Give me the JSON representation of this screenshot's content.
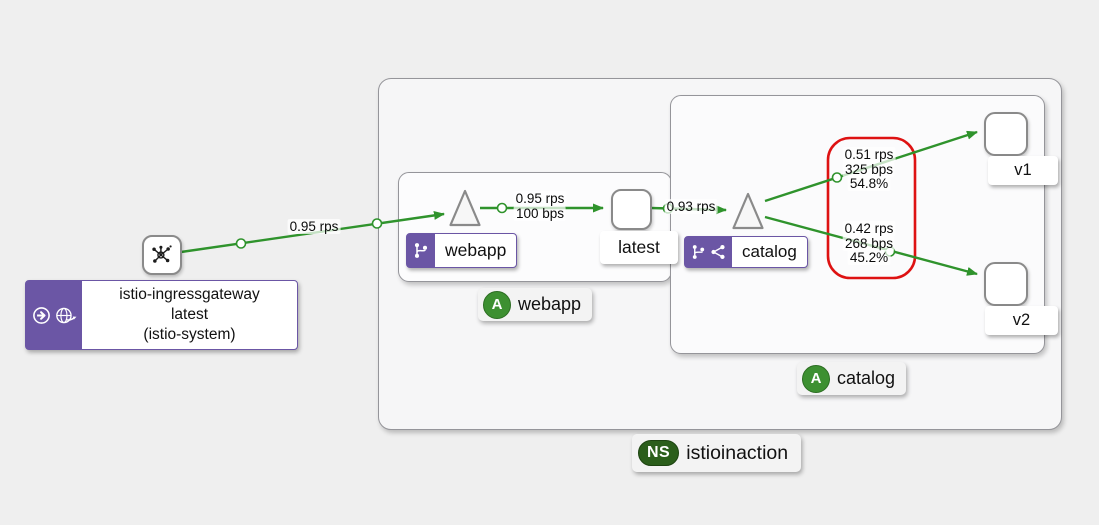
{
  "graph": {
    "namespace_group": {
      "badge": "NS",
      "label": "istioinaction"
    },
    "app_groups": [
      {
        "badge": "A",
        "label": "webapp"
      },
      {
        "badge": "A",
        "label": "catalog"
      }
    ],
    "nodes": {
      "gateway": {
        "line1": "istio-ingressgateway",
        "line2": "latest",
        "line3": "(istio-system)"
      },
      "webapp_service": {
        "label": "webapp"
      },
      "latest_workload": {
        "label": "latest"
      },
      "catalog_service": {
        "label": "catalog"
      },
      "v1_workload": {
        "label": "v1"
      },
      "v2_workload": {
        "label": "v2"
      }
    },
    "edges": [
      {
        "name": "gateway-to-webapp",
        "lines": [
          "0.95 rps"
        ]
      },
      {
        "name": "webapp-to-latest",
        "lines": [
          "0.95 rps",
          "100 bps"
        ]
      },
      {
        "name": "latest-to-catalog",
        "lines": [
          "0.93 rps"
        ]
      },
      {
        "name": "catalog-to-v1",
        "lines": [
          "0.51 rps",
          "325 bps",
          "54.8%"
        ]
      },
      {
        "name": "catalog-to-v2",
        "lines": [
          "0.42 rps",
          "268 bps",
          "45.2%"
        ]
      }
    ],
    "colors": {
      "edge_green": "#2f932c",
      "node_purple": "#6b56a5",
      "highlight_red": "#de1212",
      "app_badge_green": "#3d9031",
      "ns_badge_green": "#2b5e1b"
    }
  }
}
